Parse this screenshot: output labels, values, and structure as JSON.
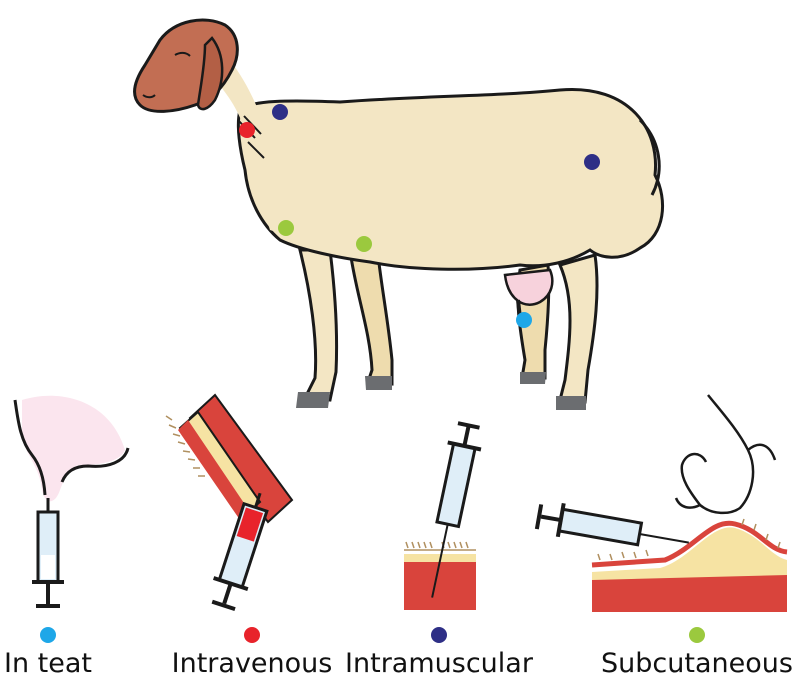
{
  "colors": {
    "in_teat": "#1ea7e8",
    "intravenous": "#e8232b",
    "intramuscular": "#2e2f86",
    "subcutaneous": "#9bc93e",
    "body": "#f3e6c4",
    "head": "#c26e53",
    "muscle": "#d9443c",
    "fat": "#f6e3a3",
    "udder": "#f7d2dc"
  },
  "methods": [
    {
      "key": "in_teat",
      "label": "In teat"
    },
    {
      "key": "intravenous",
      "label": "Intravenous"
    },
    {
      "key": "intramuscular",
      "label": "Intramuscular"
    },
    {
      "key": "subcutaneous",
      "label": "Subcutaneous"
    }
  ],
  "icons": [
    "sheep-illustration",
    "teat-syringe-icon",
    "vein-syringe-icon",
    "muscle-syringe-icon",
    "skin-fold-syringe-icon",
    "hand-icon"
  ]
}
